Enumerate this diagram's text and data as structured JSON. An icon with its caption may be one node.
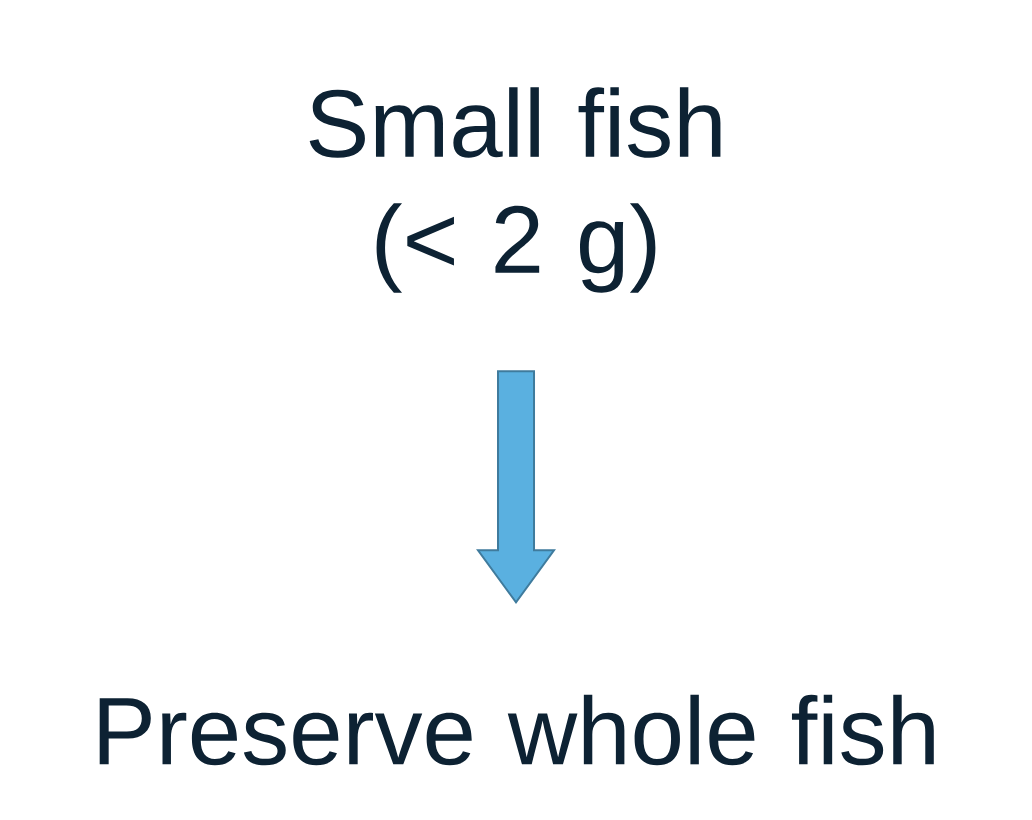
{
  "diagram": {
    "nodes": [
      {
        "text": [
          "Small fish (< 2 g)"
        ]
      },
      {
        "text": [
          "Preserve whole fish"
        ]
      }
    ],
    "edges": [
      {
        "from": 0,
        "to": 1,
        "arrow": "to",
        "color": "#5ab0e0"
      }
    ]
  }
}
